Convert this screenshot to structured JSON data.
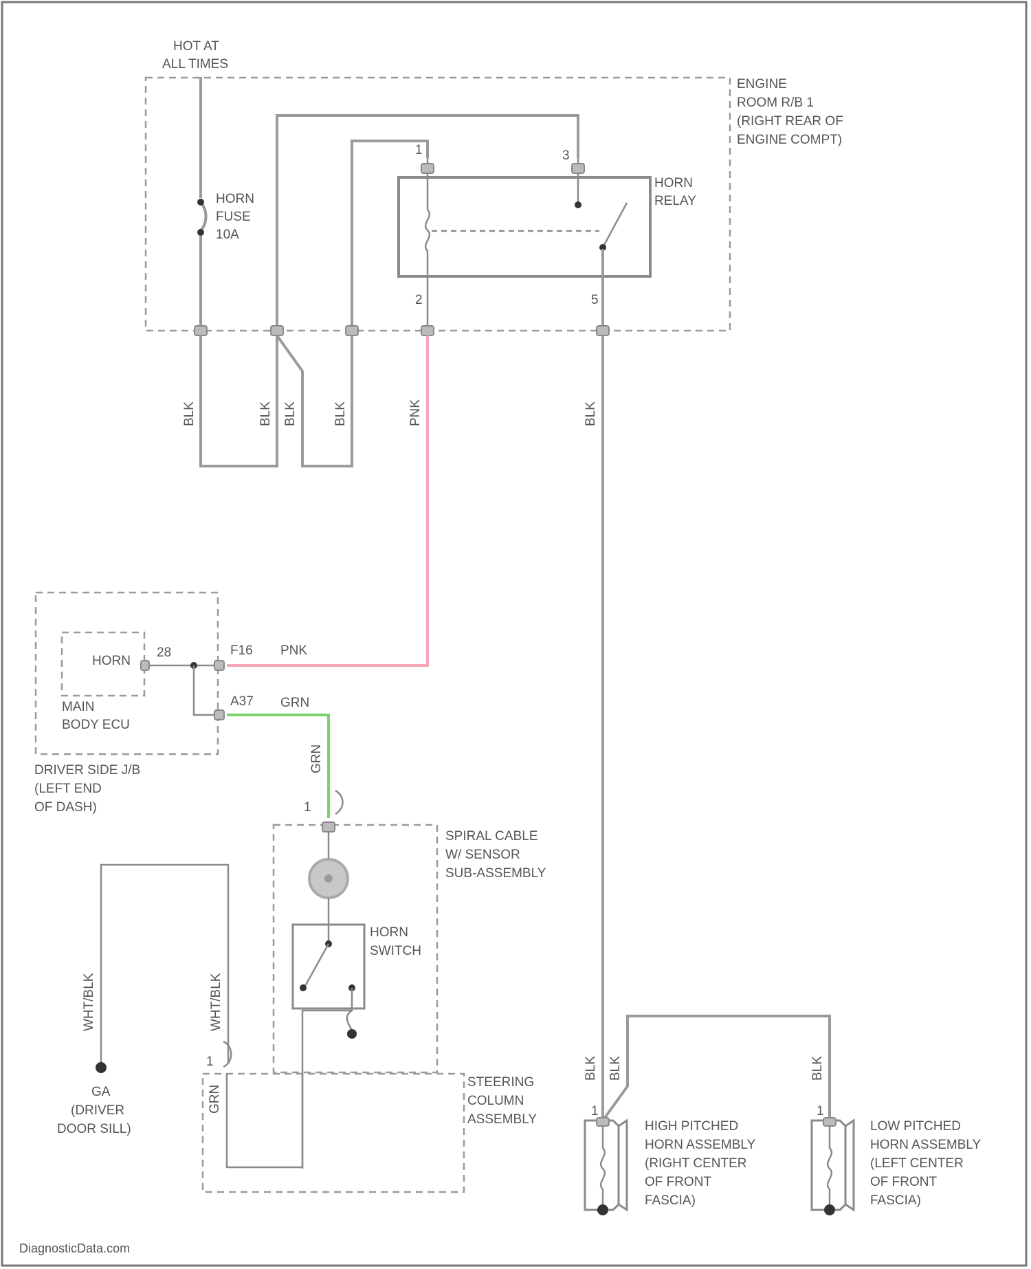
{
  "colors": {
    "wire": "#9a9a9a",
    "pnk_wire": "#f4a6b8",
    "grn_wire": "#7dd36b",
    "text": "#555555"
  },
  "power": {
    "line1": "HOT AT",
    "line2": "ALL TIMES"
  },
  "engine_room_rb": {
    "line1": "ENGINE",
    "line2": "ROOM R/B 1",
    "line3": "(RIGHT REAR OF",
    "line4": "ENGINE COMPT)"
  },
  "horn_fuse": {
    "line1": "HORN",
    "line2": "FUSE",
    "line3": "10A"
  },
  "horn_relay": {
    "line1": "HORN",
    "line2": "RELAY",
    "pin_top_left": "1",
    "pin_top_right": "3",
    "pin_bottom_left": "2",
    "pin_bottom_right": "5"
  },
  "wire_labels": {
    "blk_1": "BLK",
    "blk_2": "BLK",
    "blk_3": "BLK",
    "blk_4": "BLK",
    "pnk_vertical": "PNK",
    "blk_relay": "BLK",
    "pnk_horizontal": "PNK",
    "grn_horizontal": "GRN",
    "grn_vertical": "GRN",
    "wht_blk_1": "WHT/BLK",
    "wht_blk_2": "WHT/BLK",
    "grn_steering": "GRN",
    "blk_high_1": "BLK",
    "blk_high_2": "BLK",
    "blk_low": "BLK"
  },
  "main_body_ecu": {
    "inner_label": "HORN",
    "pin_inner": "28",
    "line1": "MAIN",
    "line2": "BODY ECU",
    "pin_f16": "F16",
    "pin_a37": "A37",
    "loc1": "DRIVER SIDE J/B",
    "loc2": "(LEFT END",
    "loc3": "OF DASH)"
  },
  "spiral_cable": {
    "line1": "SPIRAL CABLE",
    "line2": "W/ SENSOR",
    "line3": "SUB-ASSEMBLY",
    "pin": "1"
  },
  "horn_switch": {
    "line1": "HORN",
    "line2": "SWITCH"
  },
  "ground": {
    "line1": "GA",
    "line2": "(DRIVER",
    "line3": "DOOR SILL)"
  },
  "steering_column": {
    "line1": "STEERING",
    "line2": "COLUMN",
    "line3": "ASSEMBLY",
    "pin": "1"
  },
  "high_horn": {
    "line1": "HIGH PITCHED",
    "line2": "HORN ASSEMBLY",
    "line3": "(RIGHT CENTER",
    "line4": "OF FRONT",
    "line5": "FASCIA)",
    "pin": "1"
  },
  "low_horn": {
    "line1": "LOW PITCHED",
    "line2": "HORN ASSEMBLY",
    "line3": "(LEFT CENTER",
    "line4": "OF FRONT",
    "line5": "FASCIA)",
    "pin": "1"
  },
  "watermark": "DiagnosticData.com"
}
